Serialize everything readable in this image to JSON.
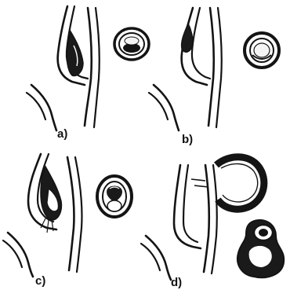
{
  "figure": {
    "panels": [
      {
        "id": "a",
        "label": "a)"
      },
      {
        "id": "b",
        "label": "b)"
      },
      {
        "id": "c",
        "label": "c)"
      },
      {
        "id": "d",
        "label": "d)"
      }
    ],
    "colors": {
      "ink": "#141414",
      "paper": "#ffffff",
      "lumen": "#f4f4f4"
    }
  }
}
